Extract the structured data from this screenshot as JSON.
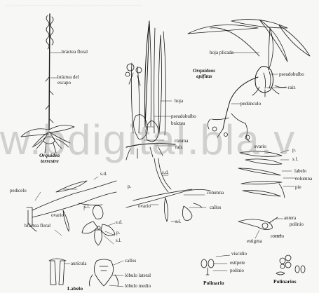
{
  "watermark": "w.bdigital.bla.v",
  "labels": {
    "bractea_floral_top": "bráctea floral",
    "bractea_escapo_1": "bráctea del",
    "bractea_escapo_2": "escapo",
    "terrestre_1": "Orquídea",
    "terrestre_2": "terrestre",
    "hoja": "hoja",
    "pseudobulbo_mid": "pseudobulbo",
    "bractea_mid": "bráctea",
    "rizoma": "rizoma",
    "raiz_mid": "raíz",
    "hoja_plicada": "hoja plicada",
    "epifitas_1": "Orquídeas",
    "epifitas_2": "epífitas",
    "pseudobulbo_right": "pseudobulbo",
    "raiz_right": "raíz",
    "pedunculo": "pedúnculo",
    "sd_left": "s.d.",
    "p_left": "p.",
    "pedicelo": "pedicelo",
    "sl_left": "s.l.",
    "ovario_left": "ovario",
    "bractea_floral_bottom": "bráctea floral",
    "sd_mid": "s.d.",
    "columna_mid": "columna",
    "ovario_mid": "ovario",
    "callos_mid": "callos",
    "sl_mid": "s.l.",
    "ovario_right": "ovario",
    "p_right": "p.",
    "sl_right": "s.l.",
    "labelo": "labelo",
    "columna_right": "columna",
    "pie": "pie",
    "sd_flower": "s.d.",
    "p_flower": "p.",
    "sl_flower": "s.l.",
    "antera": "antera",
    "polinio_top": "polinio",
    "rostelo": "rostelo",
    "estigma": "estigma",
    "auricula": "aurícula",
    "callos_bottom": "callos",
    "lobulo_lateral": "lóbulo lateral",
    "lobulo_medio": "lóbulo medio",
    "labelo_bottom": "Labelo",
    "viscidio": "viscidio",
    "estipete": "estípete",
    "polinio_bottom": "polinio",
    "polinario": "Polinario",
    "polinarios": "Polinarios"
  },
  "colors": {
    "ink": "#1a1a1a",
    "paper": "#f7f7f5",
    "watermark": "#787878"
  }
}
